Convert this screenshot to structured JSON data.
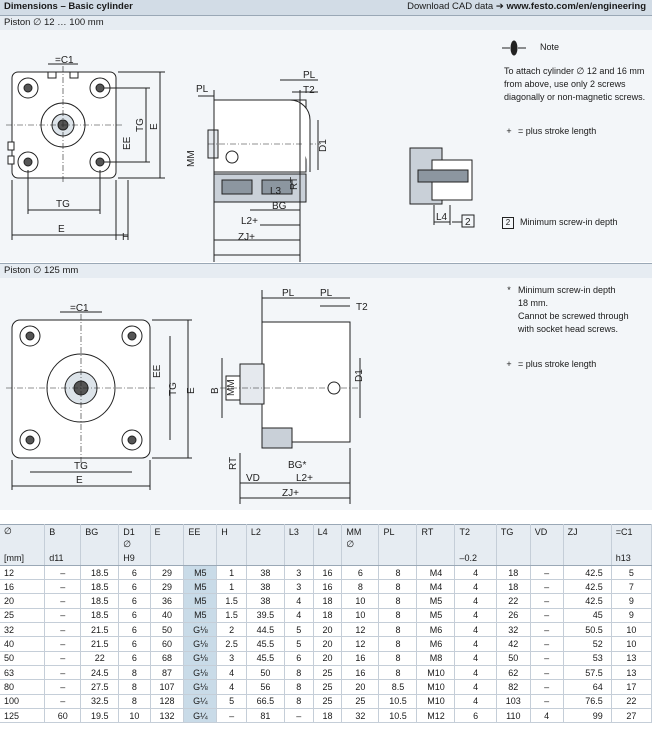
{
  "header": {
    "title": "Dimensions – Basic cylinder",
    "cad_prefix": "Download CAD data ",
    "cad_url": "www.festo.com/en/engineering"
  },
  "section1": {
    "title": "Piston ∅ 12 … 100 mm",
    "note_symbol_label": "Note",
    "note_text": [
      "To attach cylinder ∅ 12 and 16 mm",
      "from above, use only 2 screws",
      "diagonally or non-magnetic screws."
    ],
    "plus_symbol": "+",
    "plus_text": "= plus stroke length",
    "callout_number": "2",
    "callout_text": "Minimum screw-in depth",
    "labels": {
      "c1": "=C1",
      "ee": "EE",
      "tg": "TG",
      "e": "E",
      "h": "H",
      "pl": "PL",
      "t2": "T2",
      "mm": "MM",
      "d1": "D1",
      "rt": "RT",
      "l3": "L3",
      "bg": "BG",
      "l2": "L2+",
      "zj": "ZJ+",
      "l4": "L4"
    }
  },
  "section2": {
    "title": "Piston ∅ 125 mm",
    "star_symbol": "*",
    "star_text": [
      "Minimum screw-in depth",
      "18 mm.",
      "Cannot be screwed through",
      "with socket head screws."
    ],
    "plus_symbol": "+",
    "plus_text": "= plus stroke length",
    "labels": {
      "c1": "=C1",
      "ee": "EE",
      "tg": "TG",
      "e": "E",
      "pl": "PL",
      "t2": "T2",
      "b": "B",
      "mm": "MM",
      "d1": "D1",
      "rt": "RT",
      "bg": "BG*",
      "vd": "VD",
      "l2": "L2+",
      "zj": "ZJ+"
    }
  },
  "table": {
    "columns": [
      "∅",
      "B",
      "BG",
      "D1",
      "E",
      "EE",
      "H",
      "L2",
      "L3",
      "L4",
      "MM",
      "PL",
      "RT",
      "T2",
      "TG",
      "VD",
      "ZJ",
      "=C1"
    ],
    "sub1": [
      "",
      "",
      "",
      "∅",
      "",
      "",
      "",
      "",
      "",
      "",
      "∅",
      "",
      "",
      "",
      "",
      "",
      "",
      ""
    ],
    "sub2": [
      "[mm]",
      "d11",
      "",
      "H9",
      "",
      "",
      "",
      "",
      "",
      "",
      "",
      "",
      "",
      "–0.2",
      "",
      "",
      "",
      "h13"
    ],
    "rows": [
      [
        "12",
        "–",
        "18.5",
        "6",
        "29",
        "M5",
        "1",
        "38",
        "3",
        "16",
        "6",
        "8",
        "M4",
        "4",
        "18",
        "–",
        "42.5",
        "5"
      ],
      [
        "16",
        "–",
        "18.5",
        "6",
        "29",
        "M5",
        "1",
        "38",
        "3",
        "16",
        "8",
        "8",
        "M4",
        "4",
        "18",
        "–",
        "42.5",
        "7"
      ],
      [
        "20",
        "–",
        "18.5",
        "6",
        "36",
        "M5",
        "1.5",
        "38",
        "4",
        "18",
        "10",
        "8",
        "M5",
        "4",
        "22",
        "–",
        "42.5",
        "9"
      ],
      [
        "25",
        "–",
        "18.5",
        "6",
        "40",
        "M5",
        "1.5",
        "39.5",
        "4",
        "18",
        "10",
        "8",
        "M5",
        "4",
        "26",
        "–",
        "45",
        "9"
      ],
      [
        "32",
        "–",
        "21.5",
        "6",
        "50",
        "G⅛",
        "2",
        "44.5",
        "5",
        "20",
        "12",
        "8",
        "M6",
        "4",
        "32",
        "–",
        "50.5",
        "10"
      ],
      [
        "40",
        "–",
        "21.5",
        "6",
        "60",
        "G⅛",
        "2.5",
        "45.5",
        "5",
        "20",
        "12",
        "8",
        "M6",
        "4",
        "42",
        "–",
        "52",
        "10"
      ],
      [
        "50",
        "–",
        "22",
        "6",
        "68",
        "G⅛",
        "3",
        "45.5",
        "6",
        "20",
        "16",
        "8",
        "M8",
        "4",
        "50",
        "–",
        "53",
        "13"
      ],
      [
        "63",
        "–",
        "24.5",
        "8",
        "87",
        "G⅛",
        "4",
        "50",
        "8",
        "25",
        "16",
        "8",
        "M10",
        "4",
        "62",
        "–",
        "57.5",
        "13"
      ],
      [
        "80",
        "–",
        "27.5",
        "8",
        "107",
        "G⅛",
        "4",
        "56",
        "8",
        "25",
        "20",
        "8.5",
        "M10",
        "4",
        "82",
        "–",
        "64",
        "17"
      ],
      [
        "100",
        "–",
        "32.5",
        "8",
        "128",
        "G¼",
        "5",
        "66.5",
        "8",
        "25",
        "25",
        "10.5",
        "M10",
        "4",
        "103",
        "–",
        "76.5",
        "22"
      ],
      [
        "125",
        "60",
        "19.5",
        "10",
        "132",
        "G¼",
        "–",
        "81",
        "–",
        "18",
        "32",
        "10.5",
        "M12",
        "6",
        "110",
        "4",
        "99",
        "27"
      ]
    ]
  }
}
